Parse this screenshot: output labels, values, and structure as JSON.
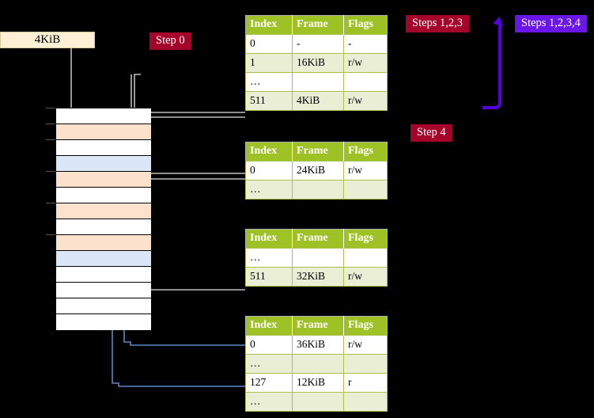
{
  "diagram": {
    "title_labels": {
      "size_box": "4KiB",
      "step0": "Step 0",
      "steps123": "Steps 1,2,3",
      "steps1234": "Steps 1,2,3,4",
      "step4": "Step 4"
    },
    "colors": {
      "table_header": "#9ec226",
      "table_row_alt": "#e9eed4",
      "table_cell_highlight": "#ffff9e",
      "badge_red": "#a6032b",
      "badge_purple": "#6b16e8",
      "size_box_bg": "#fdf0d5",
      "memory_orange": "#fce2cd",
      "memory_blue": "#dbe7f6",
      "connector_gray": "#b3b3b3",
      "connector_blue": "#5b87bf",
      "arrow_purple": "#5500dd"
    },
    "columns": [
      "Index",
      "Frame",
      "Flags"
    ],
    "tables": [
      {
        "name": "pml4-table",
        "rows": [
          {
            "index": "0",
            "frame": "-",
            "flags": "-",
            "style": "plain",
            "highlight": false
          },
          {
            "index": "1",
            "frame": "16KiB",
            "flags": "r/w",
            "style": "alt",
            "highlight": false
          },
          {
            "index": "…",
            "frame": "",
            "flags": "",
            "style": "plain",
            "highlight": false
          },
          {
            "index": "511",
            "frame": "4KiB",
            "flags": "r/w",
            "style": "alt",
            "highlight": true
          }
        ]
      },
      {
        "name": "pdpt-table",
        "rows": [
          {
            "index": "0",
            "frame": "24KiB",
            "flags": "r/w",
            "style": "plain",
            "highlight": false
          },
          {
            "index": "…",
            "frame": "",
            "flags": "",
            "style": "alt",
            "highlight": false
          }
        ]
      },
      {
        "name": "pd-table",
        "rows": [
          {
            "index": "…",
            "frame": "",
            "flags": "",
            "style": "plain",
            "highlight": false
          },
          {
            "index": "511",
            "frame": "32KiB",
            "flags": "r/w",
            "style": "alt",
            "highlight": false
          }
        ]
      },
      {
        "name": "pt-table",
        "rows": [
          {
            "index": "0",
            "frame": "36KiB",
            "flags": "r/w",
            "style": "plain",
            "highlight": false
          },
          {
            "index": "…",
            "frame": "",
            "flags": "",
            "style": "alt",
            "highlight": false
          },
          {
            "index": "127",
            "frame": "12KiB",
            "flags": "r",
            "style": "plain",
            "highlight": false
          },
          {
            "index": "…",
            "frame": "",
            "flags": "",
            "style": "alt",
            "highlight": false
          }
        ]
      }
    ],
    "memory_column": {
      "name": "physical-memory-column",
      "rows": [
        {
          "fill": "white"
        },
        {
          "fill": "orange"
        },
        {
          "fill": "white"
        },
        {
          "fill": "blue"
        },
        {
          "fill": "orange"
        },
        {
          "fill": "white"
        },
        {
          "fill": "orange"
        },
        {
          "fill": "white"
        },
        {
          "fill": "orange"
        },
        {
          "fill": "blue"
        },
        {
          "fill": "white"
        },
        {
          "fill": "white"
        },
        {
          "fill": "white"
        },
        {
          "fill": "white"
        }
      ],
      "tick_rows": [
        0,
        1,
        2,
        4,
        6,
        8
      ]
    }
  }
}
